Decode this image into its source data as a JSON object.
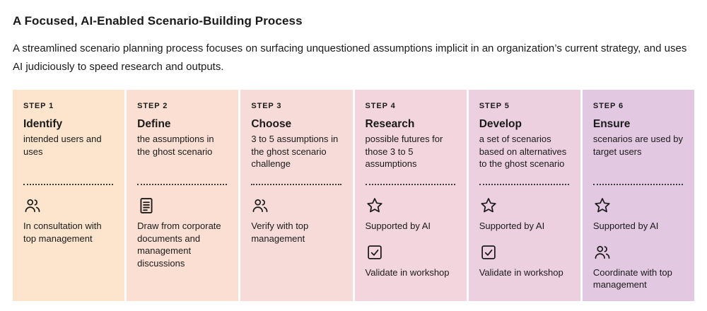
{
  "header": {
    "title": "A Focused, AI-Enabled Scenario-Building Process",
    "subtitle": "A streamlined scenario planning process focuses on surfacing unquestioned assumptions implicit in an organization’s current strategy, and uses AI judiciously to speed research and outputs."
  },
  "colors": {
    "text": "#1a1a1a",
    "dotted_divider": "#3c3c3c"
  },
  "steps": [
    {
      "label": "STEP 1",
      "name": "Identify",
      "description": "intended users and uses",
      "bg": "#fce4cd",
      "items": [
        {
          "icon": "people-icon",
          "text": "In consultation with top management"
        }
      ]
    },
    {
      "label": "STEP 2",
      "name": "Define",
      "description": "the assumptions in the ghost scenario",
      "bg": "#fadfd2",
      "items": [
        {
          "icon": "document-icon",
          "text": "Draw from corporate documents and management discussions"
        }
      ]
    },
    {
      "label": "STEP 3",
      "name": "Choose",
      "description": "3 to 5 assumptions in the ghost scenario challenge",
      "bg": "#f7dbd8",
      "items": [
        {
          "icon": "people-icon",
          "text": "Verify with top management"
        }
      ]
    },
    {
      "label": "STEP 4",
      "name": "Research",
      "description": "possible futures for those 3 to 5 assumptions",
      "bg": "#f2d5dd",
      "items": [
        {
          "icon": "star-icon",
          "text": "Supported by AI"
        },
        {
          "icon": "checkbox-icon",
          "text": "Validate in workshop"
        }
      ]
    },
    {
      "label": "STEP 5",
      "name": "Develop",
      "description": "a set of scenarios based on alternatives to the ghost scenario",
      "bg": "#edd0e0",
      "items": [
        {
          "icon": "star-icon",
          "text": "Supported by AI"
        },
        {
          "icon": "checkbox-icon",
          "text": "Validate in workshop"
        }
      ]
    },
    {
      "label": "STEP 6",
      "name": "Ensure",
      "description": "scenarios are used by target users",
      "bg": "#e3c8e1",
      "items": [
        {
          "icon": "star-icon",
          "text": "Supported by AI"
        },
        {
          "icon": "people-icon",
          "text": "Coordinate with top management"
        }
      ]
    }
  ]
}
